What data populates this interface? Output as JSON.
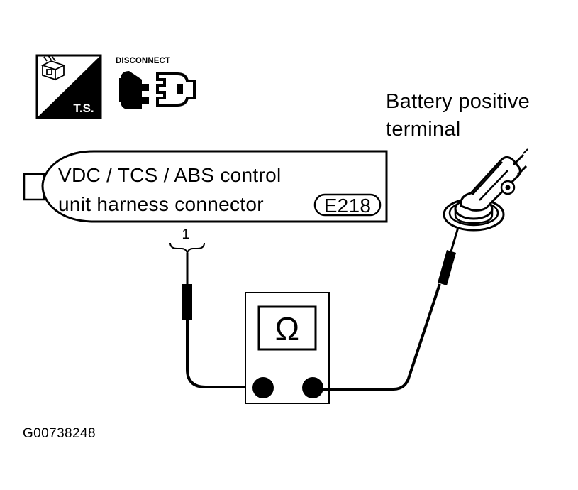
{
  "icons": {
    "ts_label": "T.S.",
    "disconnect_label": "DISCONNECT"
  },
  "connector": {
    "line1": "VDC / TCS / ABS control",
    "line2": "unit harness connector",
    "code": "E218",
    "pin_label": "1"
  },
  "battery": {
    "line1": "Battery positive",
    "line2": "terminal"
  },
  "meter": {
    "symbol": "Ω"
  },
  "figure_id": "G00738248"
}
